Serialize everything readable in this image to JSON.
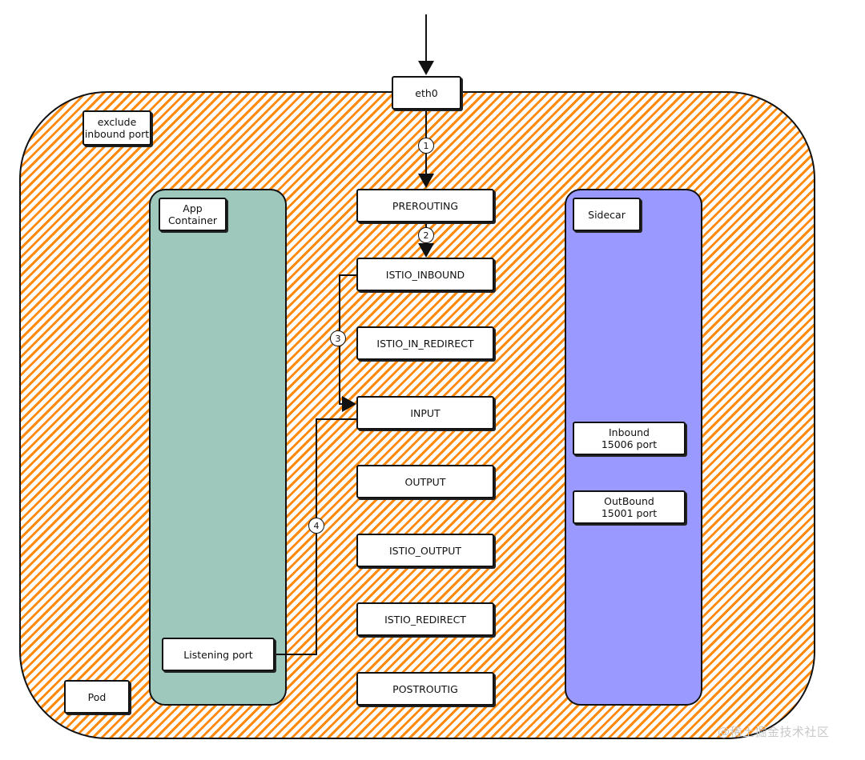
{
  "diagram": {
    "entry": {
      "label": "eth0"
    },
    "pod": {
      "label": "Pod",
      "exclude_label": "exclude\ninbound port"
    },
    "app_container": {
      "label": "App\nContainer",
      "listening_port": "Listening port"
    },
    "sidecar": {
      "label": "Sidecar",
      "inbound": "Inbound\n15006 port",
      "outbound": "OutBound\n15001 port"
    },
    "chains": [
      "PREROUTING",
      "ISTIO_INBOUND",
      "ISTIO_IN_REDIRECT",
      "INPUT",
      "OUTPUT",
      "ISTIO_OUTPUT",
      "ISTIO_REDIRECT",
      "POSTROUTIG"
    ],
    "steps": [
      "1",
      "2",
      "3",
      "4"
    ]
  },
  "watermark": "@稀土掘金技术社区",
  "colors": {
    "pod_hatch": "#ff8a0d",
    "app_container": "#9fc8bd",
    "sidecar": "#9999ff"
  }
}
